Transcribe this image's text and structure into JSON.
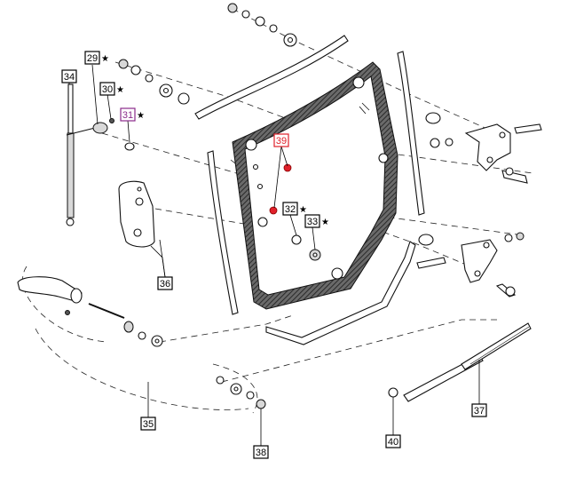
{
  "callouts": [
    {
      "id": "29",
      "label": "29",
      "star": "★"
    },
    {
      "id": "30",
      "label": "30",
      "star": "★"
    },
    {
      "id": "31",
      "label": "31",
      "star": "★"
    },
    {
      "id": "32",
      "label": "32",
      "star": "★"
    },
    {
      "id": "33",
      "label": "33",
      "star": "★"
    },
    {
      "id": "34",
      "label": "34",
      "star": ""
    },
    {
      "id": "35",
      "label": "35",
      "star": ""
    },
    {
      "id": "36",
      "label": "36",
      "star": ""
    },
    {
      "id": "37",
      "label": "37",
      "star": ""
    },
    {
      "id": "38",
      "label": "38",
      "star": ""
    },
    {
      "id": "39",
      "label": "39",
      "star": ""
    },
    {
      "id": "40",
      "label": "40",
      "star": ""
    }
  ],
  "colors": {
    "highlight_red": "#e0202a",
    "highlight_purple": "#8a2a8a",
    "line": "#111111",
    "glass_frame": "#3a3a3a"
  }
}
